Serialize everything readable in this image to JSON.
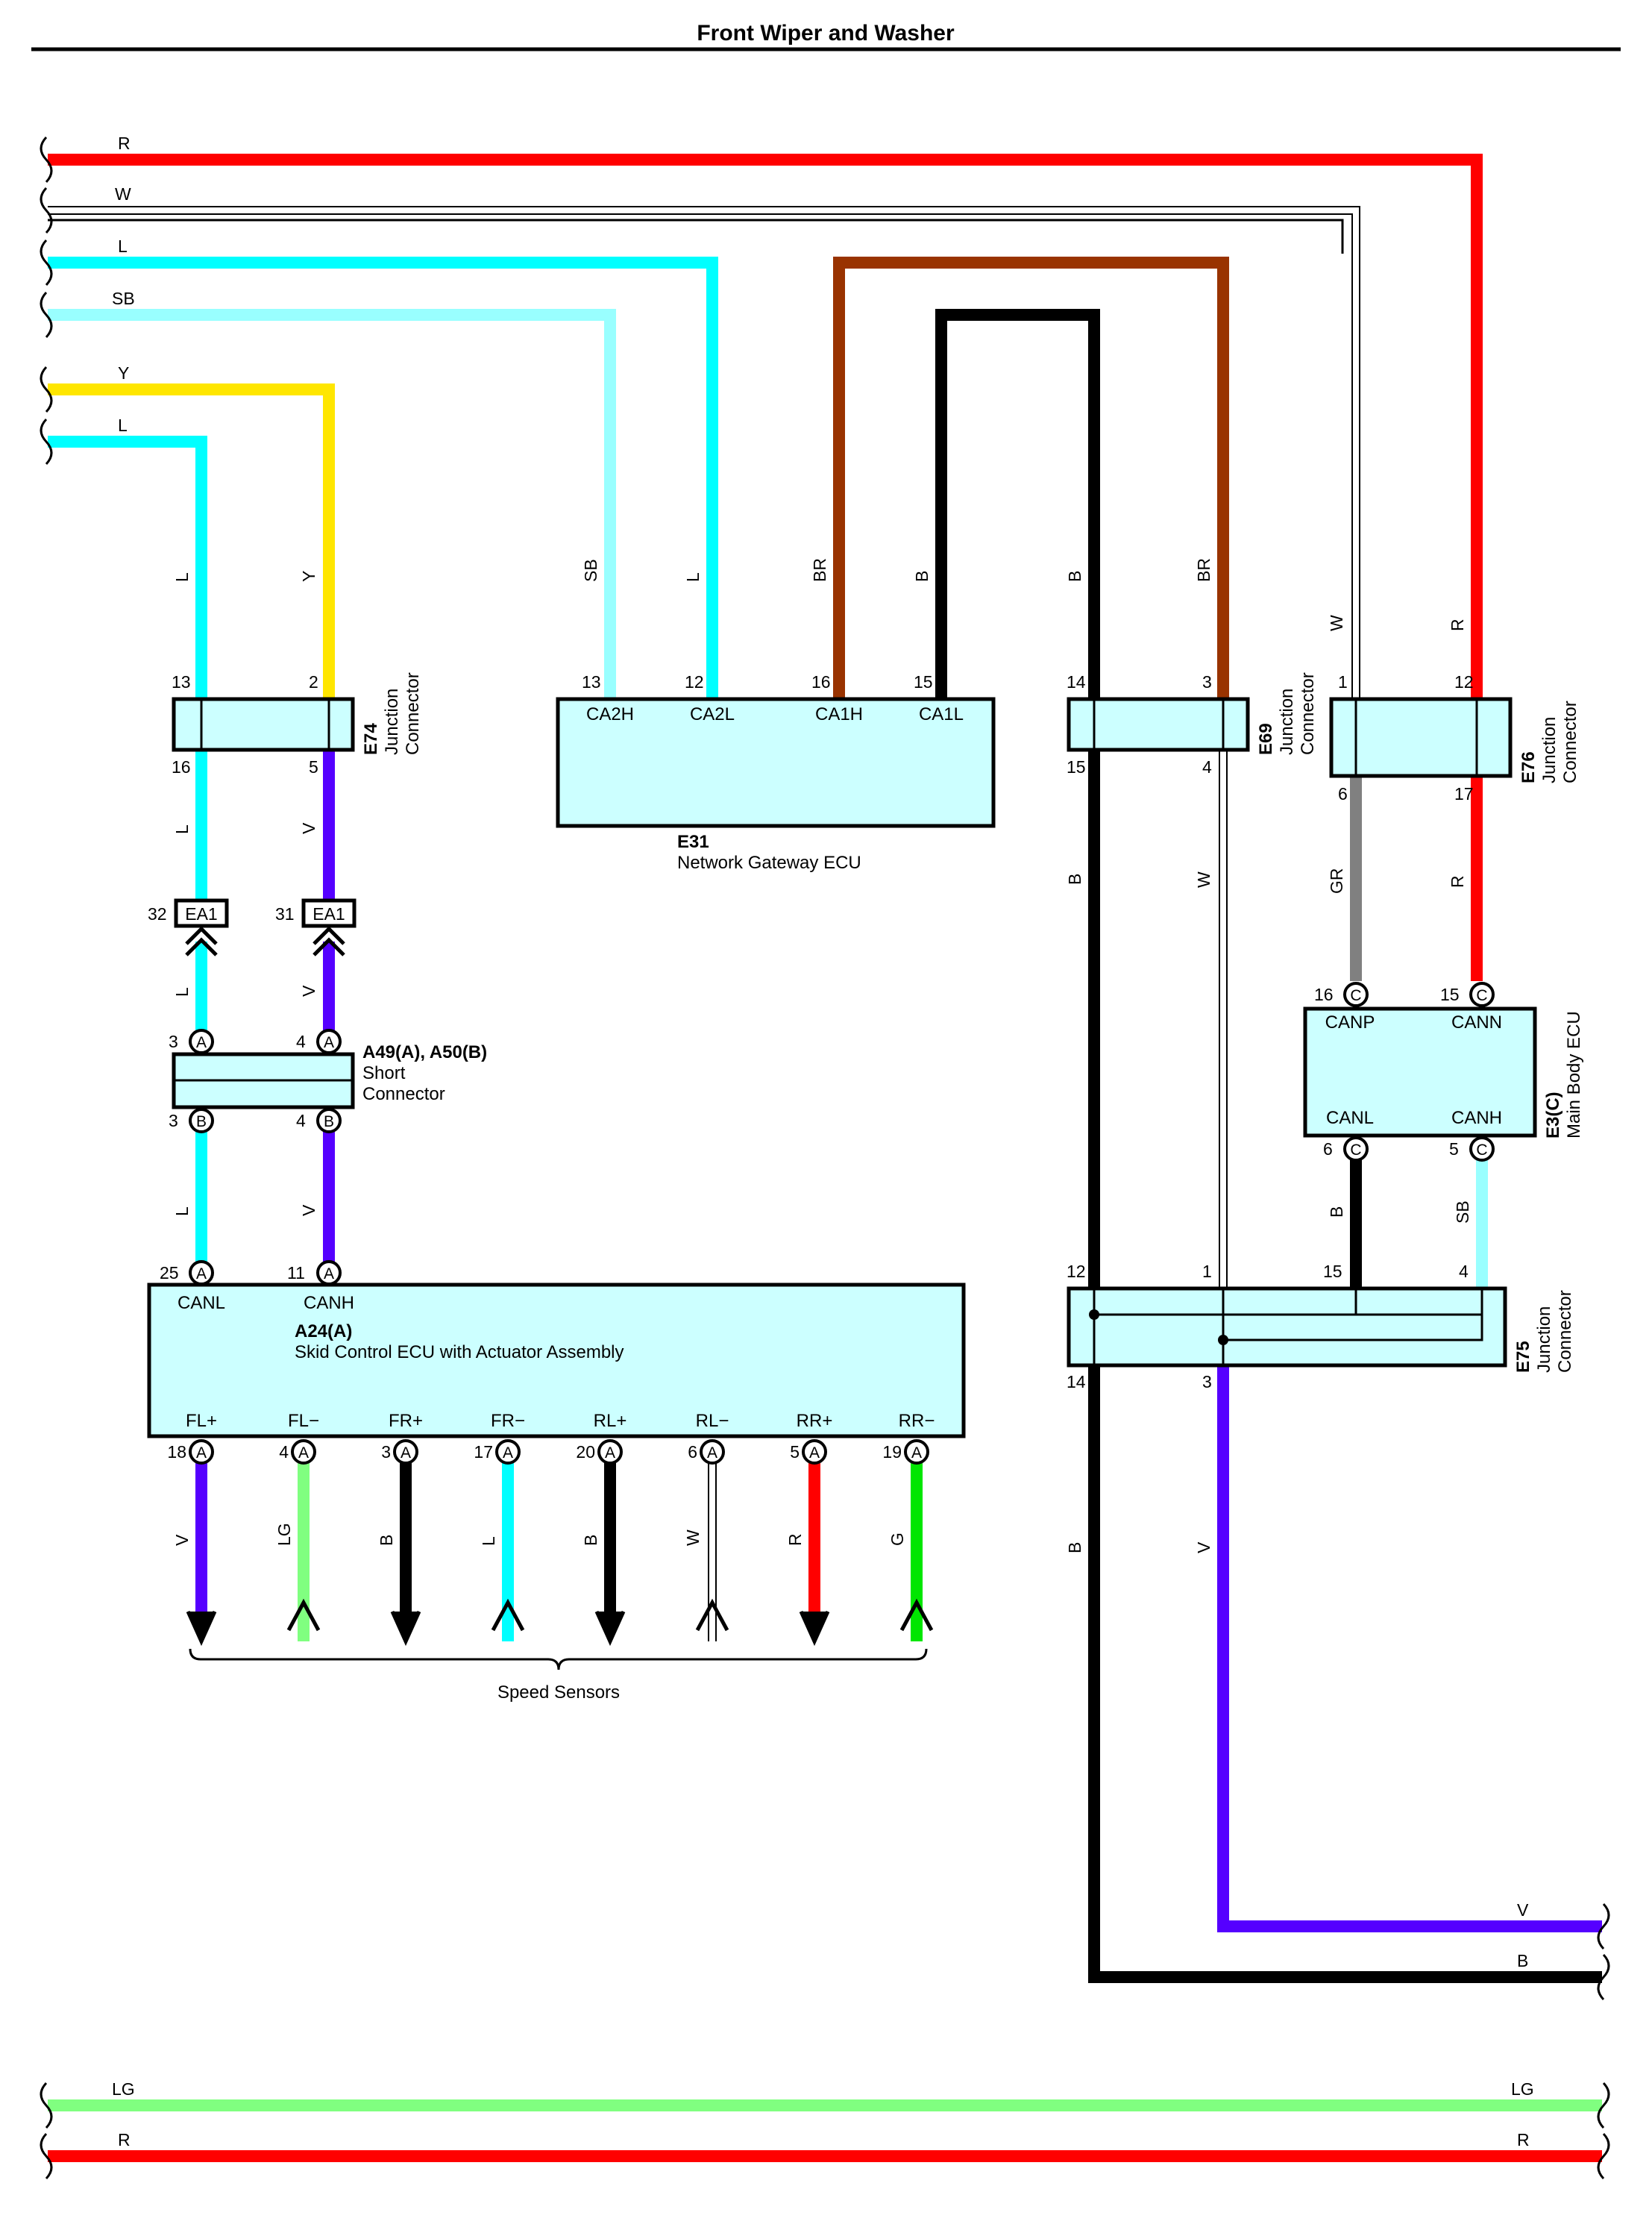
{
  "title": "Front Wiper and Washer",
  "colors": {
    "R": "#ff0000",
    "W": "#ffffff",
    "L": "#00ffff",
    "SB": "#99ffff",
    "Y": "#ffe600",
    "BR": "#993300",
    "B": "#000000",
    "V": "#5500ff",
    "GR": "#808080",
    "LG": "#80ff80",
    "G": "#00e600",
    "box_fill": "#ccffff"
  },
  "left_wires": [
    {
      "label": "R"
    },
    {
      "label": "W"
    },
    {
      "label": "L"
    },
    {
      "label": "SB"
    },
    {
      "label": "Y"
    },
    {
      "label": "L"
    }
  ],
  "bottom_wires": [
    {
      "label": "LG",
      "right_label": "LG"
    },
    {
      "label": "R",
      "right_label": "R"
    }
  ],
  "right_exits": [
    {
      "label": "V"
    },
    {
      "label": "B"
    }
  ],
  "e74": {
    "code": "E74",
    "name_line1": "Junction",
    "name_line2": "Connector",
    "pin_13": "13",
    "pin_2": "2",
    "pin_16": "16",
    "pin_5": "5",
    "wire_top_left": "L",
    "wire_top_right": "Y",
    "wire_bottom_left": "L",
    "wire_bottom_right": "V"
  },
  "ea1": {
    "label": "EA1",
    "pin_left": "32",
    "pin_right": "31",
    "wire_left": "L",
    "wire_right": "V"
  },
  "a49": {
    "code": "A49(A), A50(B)",
    "name_line1": "Short",
    "name_line2": "Connector",
    "pin_top_left": "3",
    "pin_top_right": "4",
    "pin_bottom_left": "3",
    "pin_bottom_right": "4",
    "letter_top": "A",
    "letter_bottom": "B",
    "wire_left": "L",
    "wire_right": "V"
  },
  "a24": {
    "code": "A24(A)",
    "name": "Skid Control ECU with Actuator Assembly",
    "top_pins": [
      {
        "num": "25",
        "letter": "A",
        "term": "CANL"
      },
      {
        "num": "11",
        "letter": "A",
        "term": "CANH"
      }
    ],
    "bottom_pins": [
      {
        "num": "18",
        "letter": "A",
        "term": "FL+",
        "wire": "V"
      },
      {
        "num": "4",
        "letter": "A",
        "term": "FL−",
        "wire": "LG"
      },
      {
        "num": "3",
        "letter": "A",
        "term": "FR+",
        "wire": "B"
      },
      {
        "num": "17",
        "letter": "A",
        "term": "FR−",
        "wire": "L"
      },
      {
        "num": "20",
        "letter": "A",
        "term": "RL+",
        "wire": "B"
      },
      {
        "num": "6",
        "letter": "A",
        "term": "RL−",
        "wire": "W"
      },
      {
        "num": "5",
        "letter": "A",
        "term": "RR+",
        "wire": "R"
      },
      {
        "num": "19",
        "letter": "A",
        "term": "RR−",
        "wire": "G"
      }
    ],
    "group_label": "Speed Sensors"
  },
  "e31": {
    "code": "E31",
    "name": "Network Gateway ECU",
    "pins": [
      {
        "num": "13",
        "term": "CA2H",
        "wire": "SB"
      },
      {
        "num": "12",
        "term": "CA2L",
        "wire": "L"
      },
      {
        "num": "16",
        "term": "CA1H",
        "wire": "BR"
      },
      {
        "num": "15",
        "term": "CA1L",
        "wire": "B"
      }
    ]
  },
  "e69": {
    "code": "E69",
    "name_line1": "Junction",
    "name_line2": "Connector",
    "pin_14": "14",
    "pin_3": "3",
    "pin_15": "15",
    "pin_4": "4",
    "wire_top_left": "B",
    "wire_top_right": "BR",
    "wire_bottom_left": "B",
    "wire_bottom_right": "W"
  },
  "e76": {
    "code": "E76",
    "name_line1": "Junction",
    "name_line2": "Connector",
    "pin_1": "1",
    "pin_12": "12",
    "pin_6": "6",
    "pin_17": "17",
    "wire_top_left": "W",
    "wire_top_right": "R",
    "wire_bottom_left": "GR",
    "wire_bottom_right": "R"
  },
  "e3": {
    "code": "E3(C)",
    "name": "Main Body ECU",
    "pin_top_left": "16",
    "pin_top_right": "15",
    "pin_bottom_left": "6",
    "pin_bottom_right": "5",
    "letter": "C",
    "term_canp": "CANP",
    "term_cann": "CANN",
    "term_canl": "CANL",
    "term_canh": "CANH",
    "wire_bottom_left": "B",
    "wire_bottom_right": "SB"
  },
  "e75": {
    "code": "E75",
    "name_line1": "Junction",
    "name_line2": "Connector",
    "pin_12": "12",
    "pin_1": "1",
    "pin_15": "15",
    "pin_4": "4",
    "pin_14": "14",
    "pin_3": "3",
    "wire_below_left": "B",
    "wire_below_right": "V"
  }
}
